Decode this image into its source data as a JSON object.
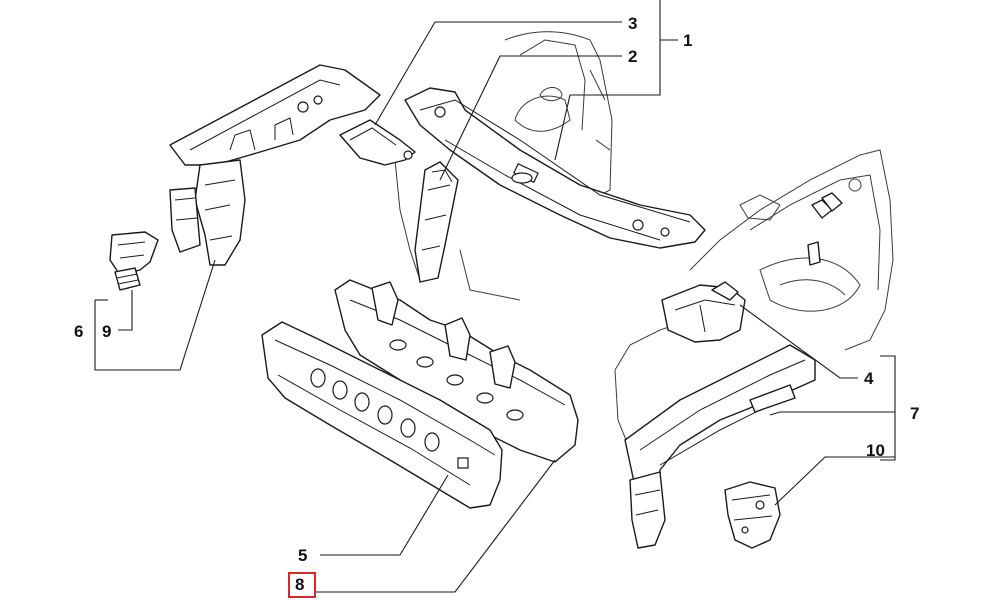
{
  "callouts": {
    "c1": "1",
    "c2": "2",
    "c3": "3",
    "c4": "4",
    "c5": "5",
    "c6": "6",
    "c7": "7",
    "c8": "8",
    "c9": "9",
    "c10": "10"
  },
  "highlight": {
    "callout": "8",
    "color": "#d9262c"
  }
}
